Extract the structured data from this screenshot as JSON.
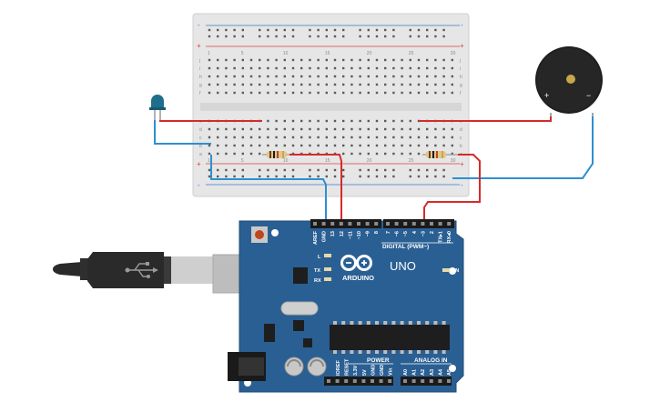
{
  "breadboard": {
    "rail_plus": "+",
    "rail_minus": "-",
    "row_letters_top": [
      "j",
      "i",
      "h",
      "g",
      "f"
    ],
    "row_letters_bottom": [
      "e",
      "d",
      "c",
      "b",
      "a"
    ],
    "column_labels": [
      "1",
      "5",
      "10",
      "15",
      "20",
      "25",
      "30"
    ]
  },
  "buzzer": {
    "plus_label": "+",
    "minus_label": "−"
  },
  "arduino": {
    "brand": "ARDUINO",
    "model": "UNO",
    "on_label": "ON",
    "digital_label": "DIGITAL (PWM~)",
    "analog_label": "ANALOG IN",
    "power_label": "POWER",
    "led_labels": [
      "L",
      "TX",
      "RX"
    ],
    "digital_pins": [
      "AREF",
      "GND",
      "13",
      "12",
      "~11",
      "~10",
      "~9",
      "8",
      "7",
      "~6",
      "~5",
      "4",
      "~3",
      "2",
      "TX▸1",
      "RX◂0"
    ],
    "power_pins": [
      "IOREF",
      "RESET",
      "3.3V",
      "5V",
      "GND",
      "GND",
      "Vin"
    ],
    "analog_pins": [
      "A0",
      "A1",
      "A2",
      "A3",
      "A4",
      "A5"
    ]
  },
  "colors": {
    "board_blue": "#2a5f93",
    "wire_red": "#d62b2b",
    "wire_blue": "#2e8fd1",
    "breadboard": "#e6e6e6",
    "rail_red": "#d94040",
    "rail_blue": "#3a78c8",
    "led": "#1f6e8c"
  }
}
